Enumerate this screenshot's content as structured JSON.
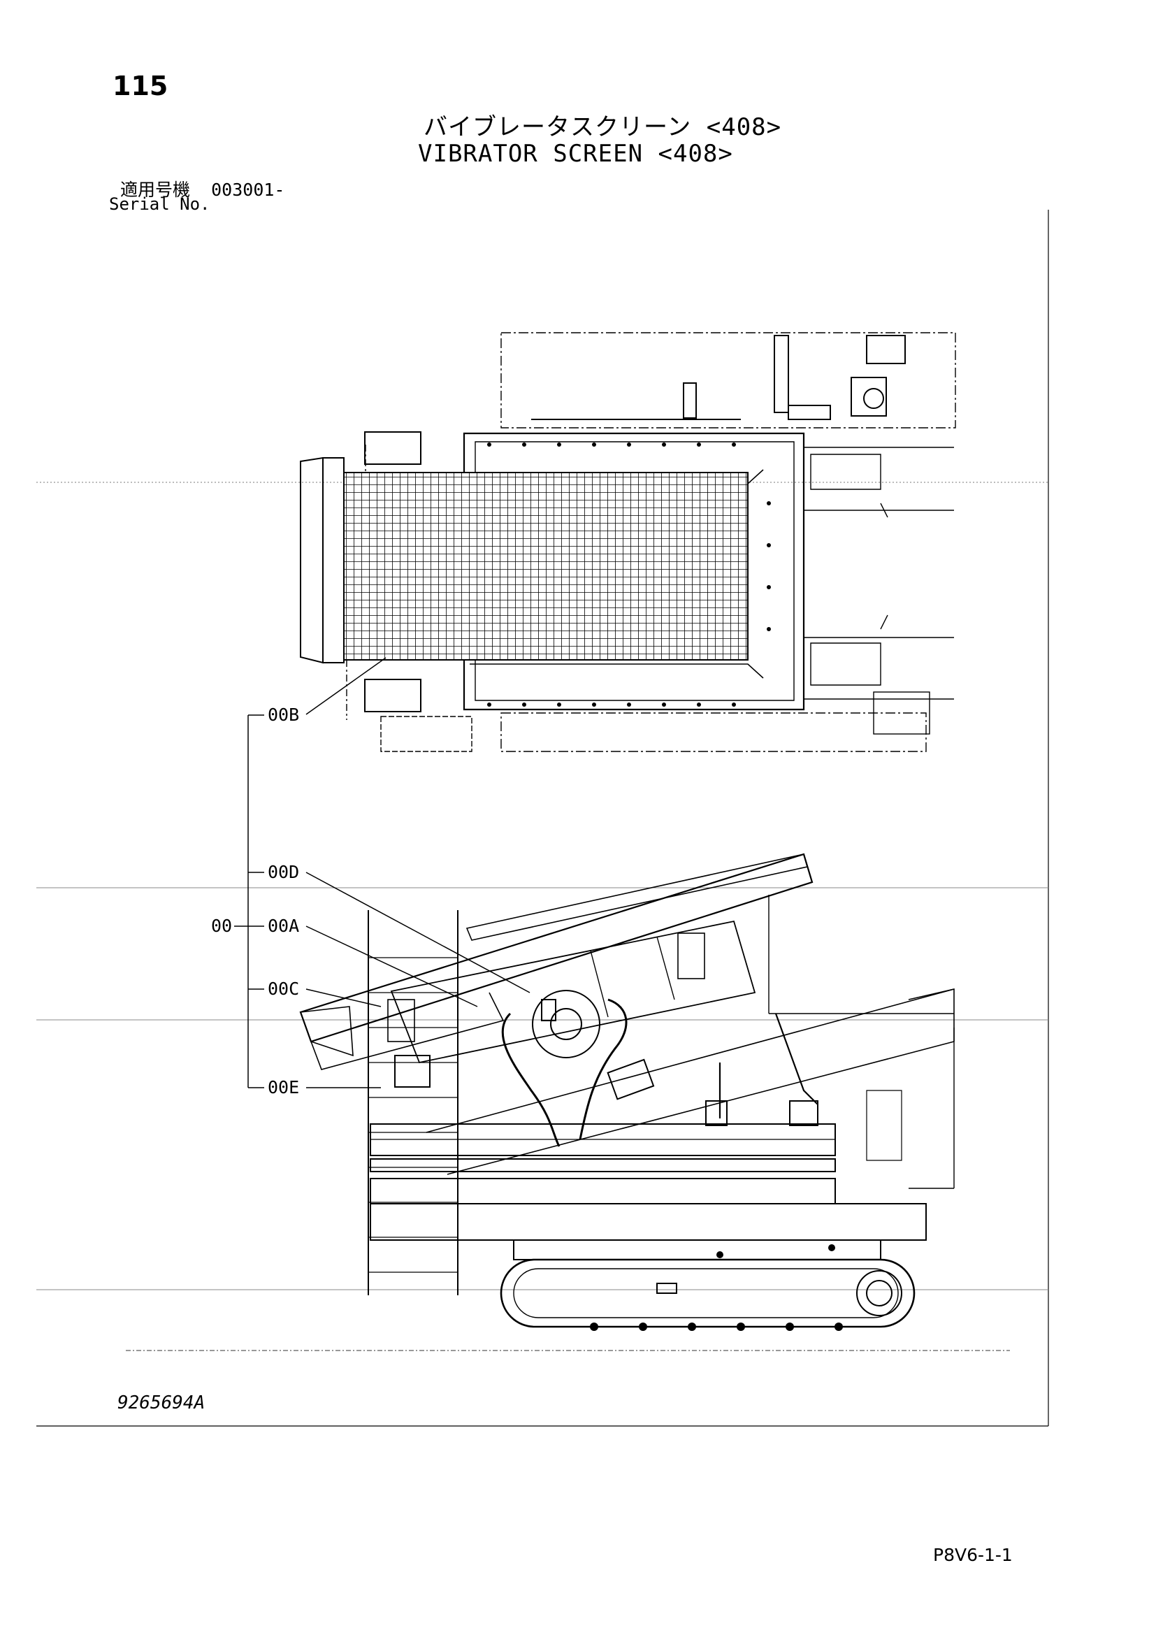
{
  "page": {
    "number": "115",
    "title_jp": "バイブレータスクリーン <408>",
    "title_en": "VIBRATOR SCREEN <408>",
    "serial_label_jp": "適用号機",
    "serial_value": "003001-",
    "serial_label_en": "Serial No.",
    "drawing_id": "9265694A",
    "page_code": "P8V6-1-1"
  },
  "callouts": {
    "root": "00",
    "a": "00A",
    "b": "00B",
    "c": "00C",
    "d": "00D",
    "e": "00E"
  }
}
